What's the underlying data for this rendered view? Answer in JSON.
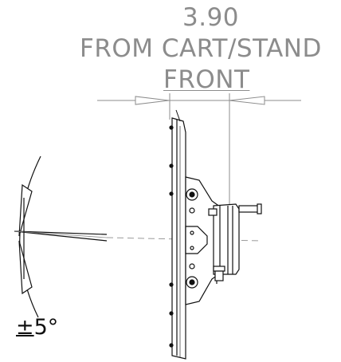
{
  "dimension": {
    "value": "3.90",
    "reference_line1": "FROM CART/STAND",
    "reference_line2": "FRONT"
  },
  "tilt": {
    "plus_minus": "±",
    "angle": "5°"
  },
  "colors": {
    "dimension_text": "#8c8c8c",
    "linework": "#111111",
    "dim_line": "#8c8c8c"
  }
}
